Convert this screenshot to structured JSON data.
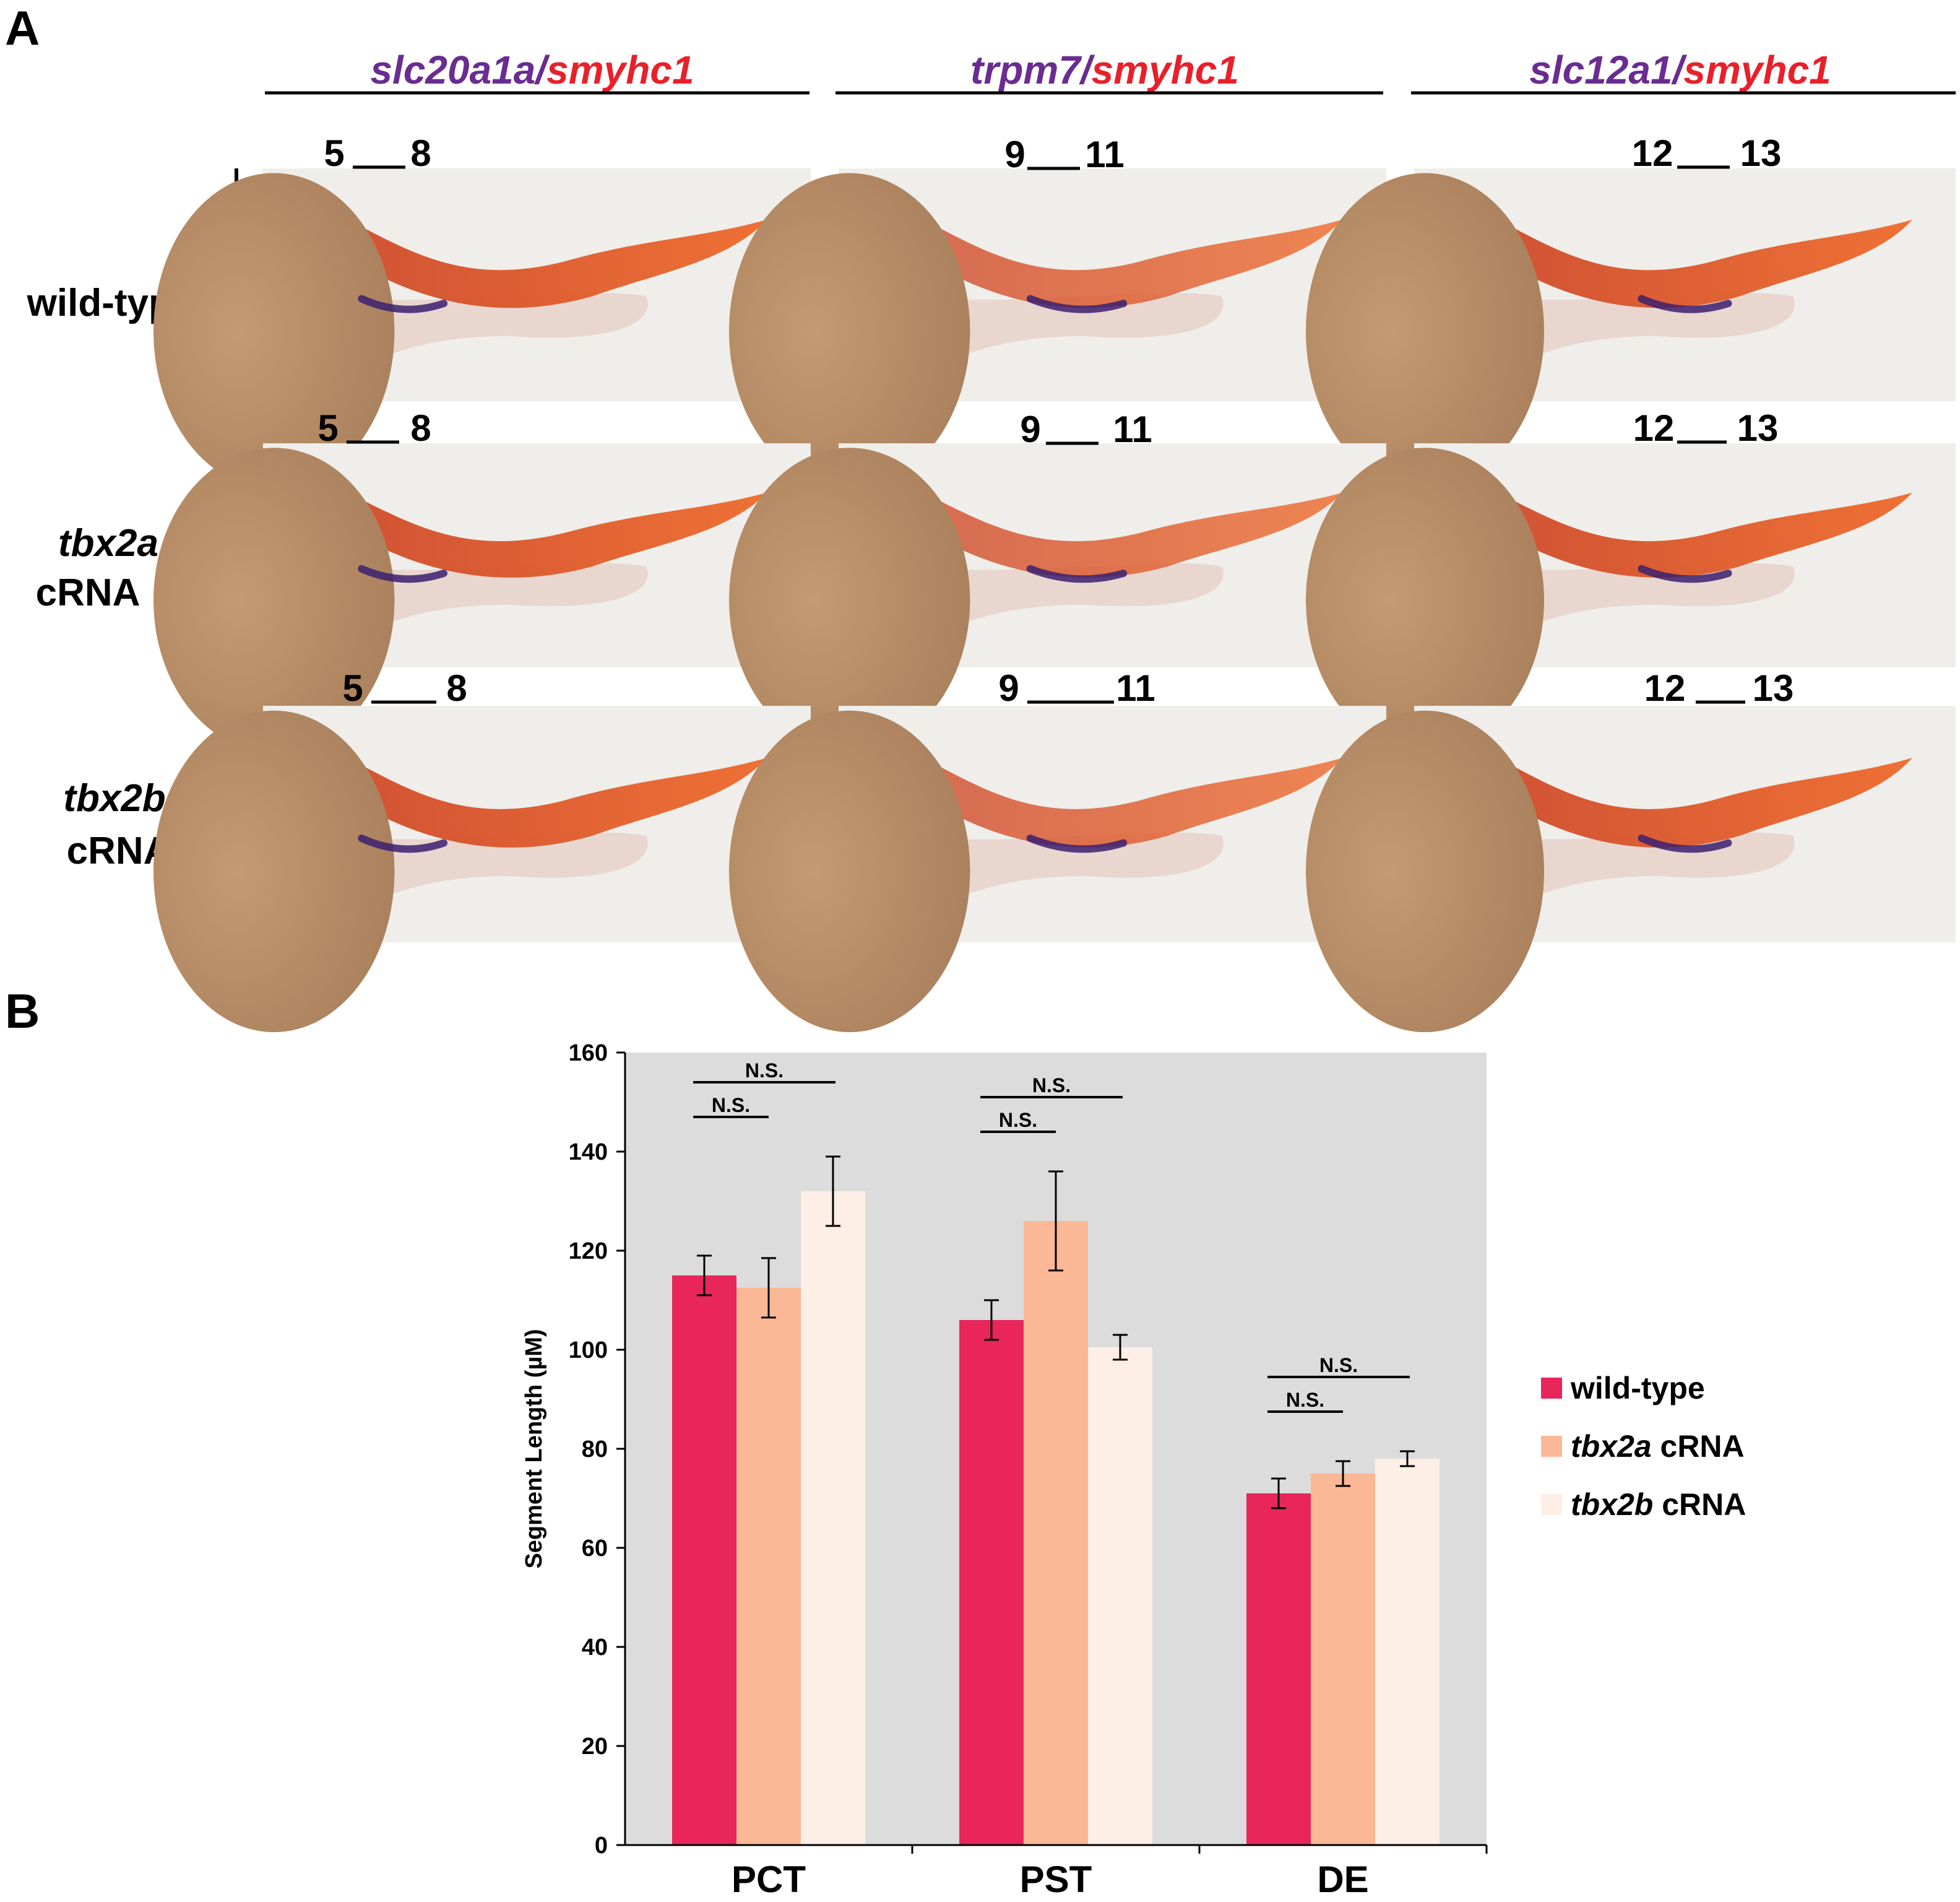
{
  "panel_labels": {
    "a": "A",
    "b": "B"
  },
  "column_headers": [
    {
      "gene": "slc20a1a",
      "sep": "/",
      "marker": "smyhc1"
    },
    {
      "gene": "trpm7",
      "sep": "/",
      "marker": "smyhc1"
    },
    {
      "gene": "slc12a1",
      "sep": "/",
      "marker": "smyhc1"
    }
  ],
  "row_labels": [
    {
      "line1": "wild-type",
      "line1_italic": false,
      "line2": ""
    },
    {
      "line1": "tbx2a",
      "line1_italic": true,
      "line2": "cRNA"
    },
    {
      "line1": "tbx2b",
      "line1_italic": true,
      "line2": "cRNA"
    }
  ],
  "somite_labels": [
    [
      {
        "from": "5",
        "to": "8"
      },
      {
        "from": "9",
        "to": "11"
      },
      {
        "from": "12",
        "to": "13"
      }
    ],
    [
      {
        "from": "5",
        "to": "8"
      },
      {
        "from": "9",
        "to": "11"
      },
      {
        "from": "12",
        "to": "13"
      }
    ],
    [
      {
        "from": "5",
        "to": "8"
      },
      {
        "from": "9",
        "to": "11"
      },
      {
        "from": "12",
        "to": "13"
      }
    ]
  ],
  "colors": {
    "gene_text": "#6a2c91",
    "marker_text": "#e8202a",
    "wild_type": "#e8265a",
    "tbx2a": "#fbb896",
    "tbx2b": "#fdeee6",
    "plot_bg": "#dcdcdc",
    "muscle": "#e0502a",
    "yolk": "#c9956a",
    "stain": "#3b2070"
  },
  "chart_data": {
    "type": "bar",
    "categories": [
      "PCT",
      "PST",
      "DE"
    ],
    "ylabel": "Segment Length (µM)",
    "xlabel": "",
    "ylim": [
      0,
      160
    ],
    "yticks": [
      0,
      20,
      40,
      60,
      80,
      100,
      120,
      140,
      160
    ],
    "grid": false,
    "legend_position": "right",
    "series": [
      {
        "name": "wild-type",
        "name_italic": "",
        "name_rest": "wild-type",
        "color": "#e8265a",
        "values": [
          115,
          106,
          71
        ],
        "errors": [
          4,
          4,
          3
        ]
      },
      {
        "name": "tbx2a cRNA",
        "name_italic": "tbx2a",
        "name_rest": " cRNA",
        "color": "#fbb896",
        "values": [
          112.5,
          126,
          75
        ],
        "errors": [
          6,
          10,
          2.5
        ]
      },
      {
        "name": "tbx2b cRNA",
        "name_italic": "tbx2b",
        "name_rest": " cRNA",
        "color": "#fdeee6",
        "values": [
          132,
          100.5,
          78
        ],
        "errors": [
          7,
          2.5,
          1.5
        ]
      }
    ],
    "significance": [
      {
        "category": "PCT",
        "label": "N.S.",
        "from_series": 0,
        "to_series": 2,
        "level": 2
      },
      {
        "category": "PCT",
        "label": "N.S.",
        "from_series": 0,
        "to_series": 1,
        "level": 1
      },
      {
        "category": "PST",
        "label": "N.S.",
        "from_series": 0,
        "to_series": 2,
        "level": 2
      },
      {
        "category": "PST",
        "label": "N.S.",
        "from_series": 0,
        "to_series": 1,
        "level": 1
      },
      {
        "category": "DE",
        "label": "N.S.",
        "from_series": 0,
        "to_series": 2,
        "level": 2
      },
      {
        "category": "DE",
        "label": "N.S.",
        "from_series": 0,
        "to_series": 1,
        "level": 1
      }
    ]
  }
}
